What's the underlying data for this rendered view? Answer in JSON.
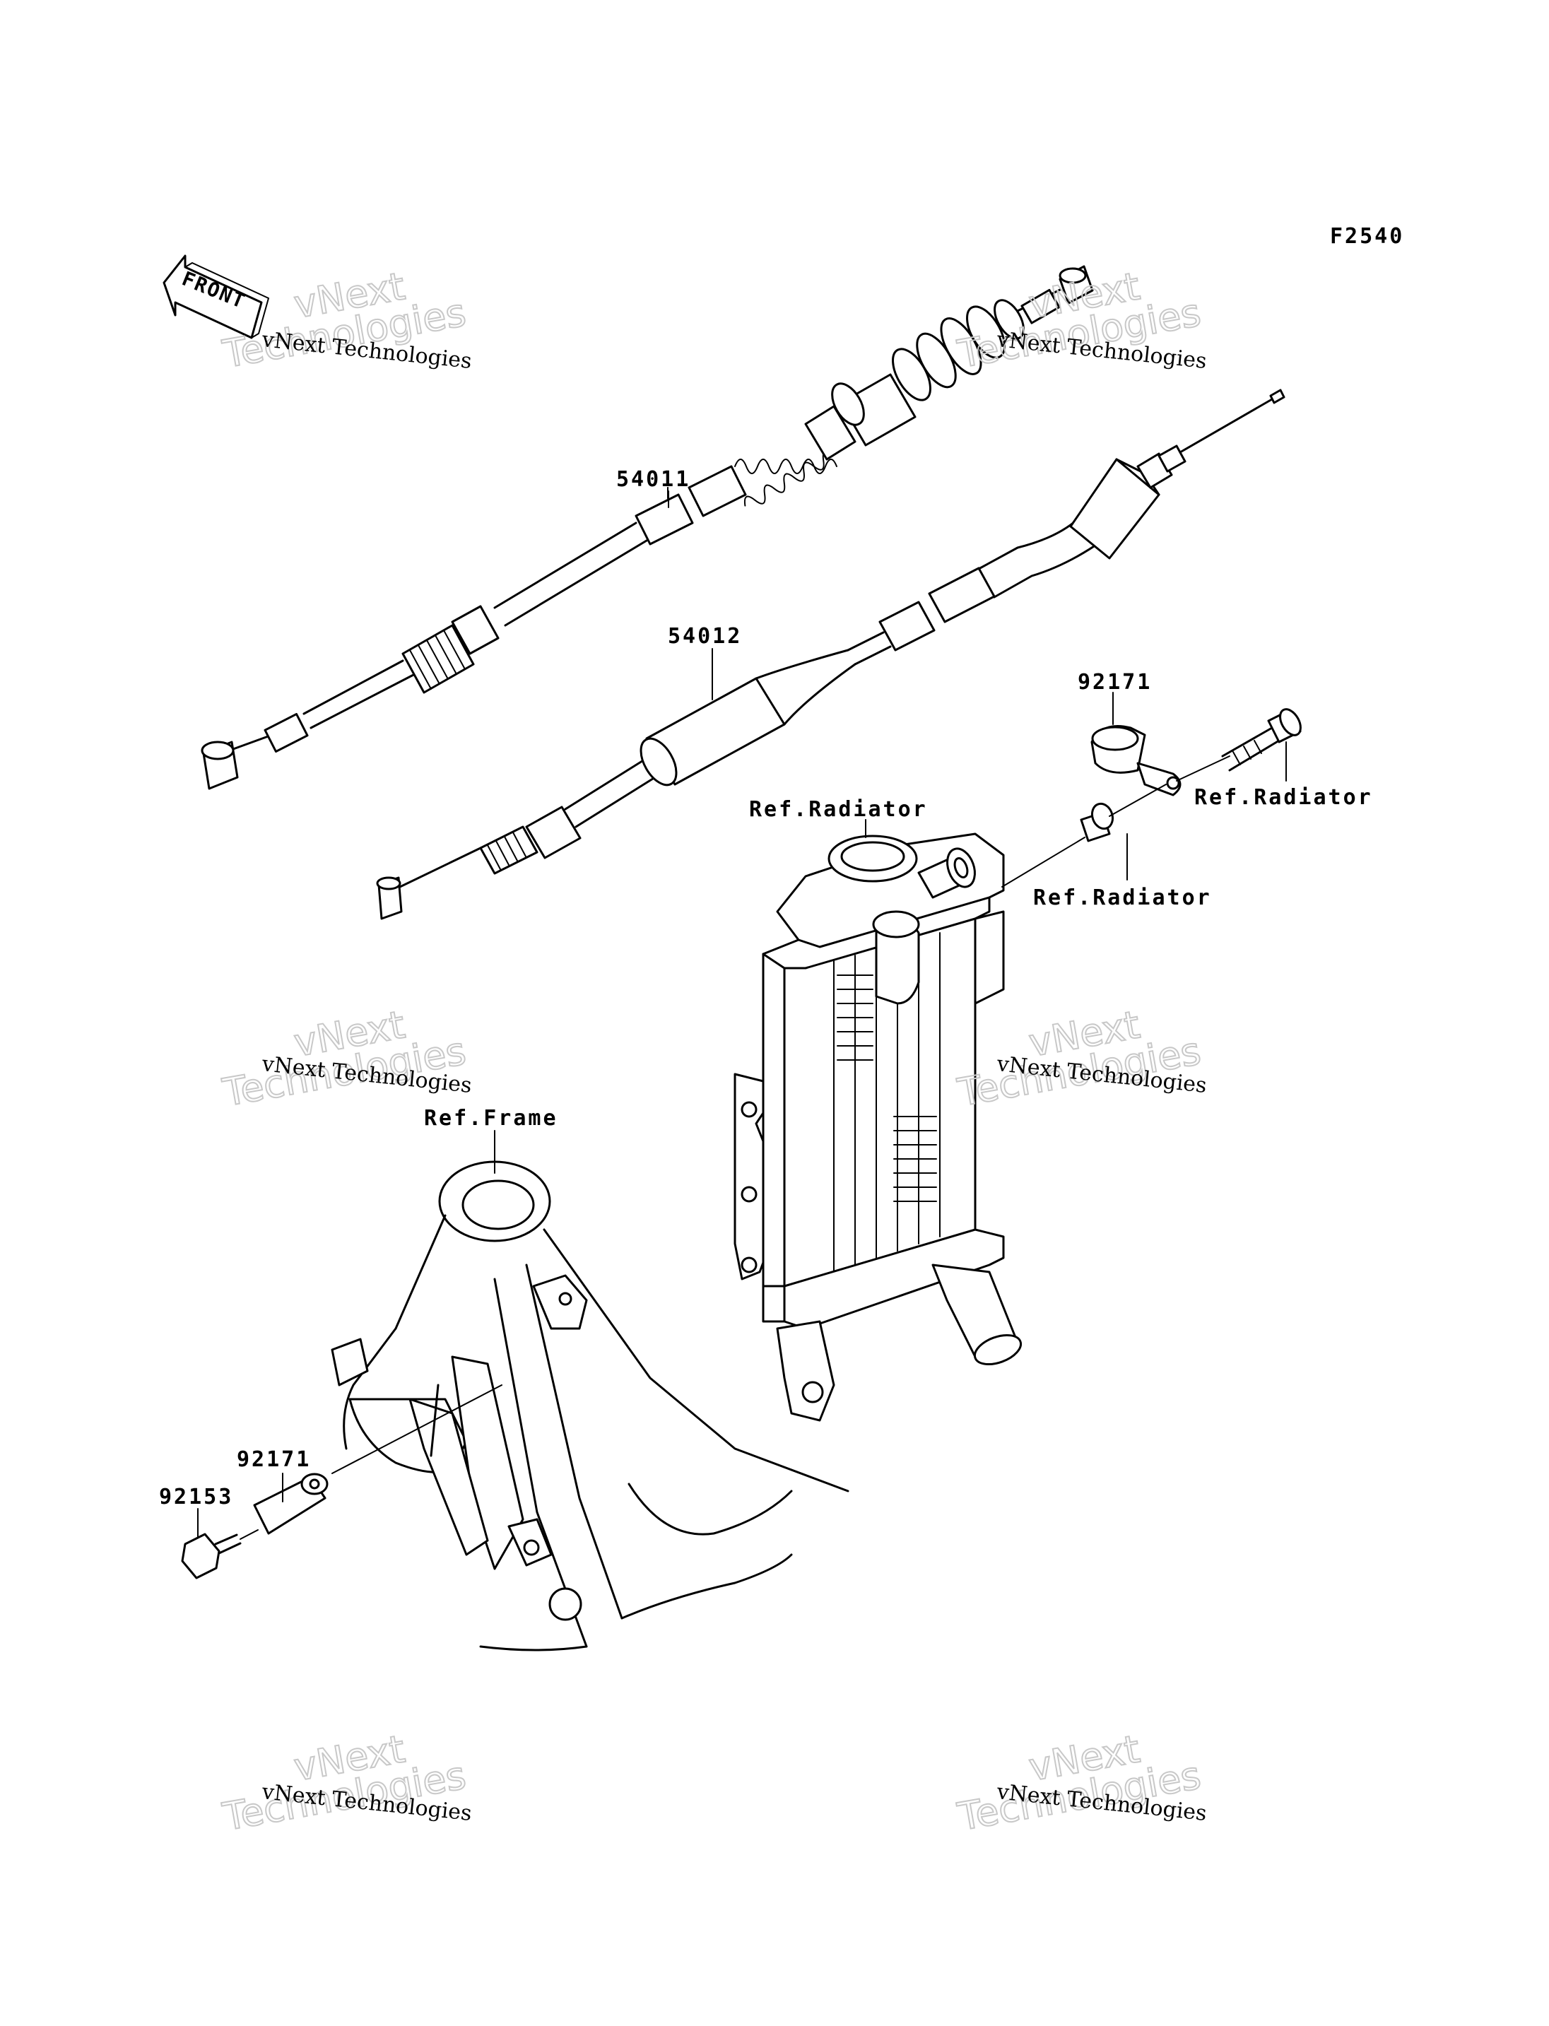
{
  "diagram_id": "F2540",
  "front_arrow": "FRONT",
  "parts": {
    "p54011": "54011",
    "p54012": "54012",
    "p92171_top": "92171",
    "p92171_bottom": "92171",
    "p92153": "92153"
  },
  "refs": {
    "radiator_top": "Ref.Radiator",
    "radiator_right": "Ref.Radiator",
    "radiator_mid": "Ref.Radiator",
    "frame": "Ref.Frame"
  },
  "watermark": {
    "line1": "vNext Technologies",
    "line2": "vNext",
    "line3": "Technologies"
  }
}
